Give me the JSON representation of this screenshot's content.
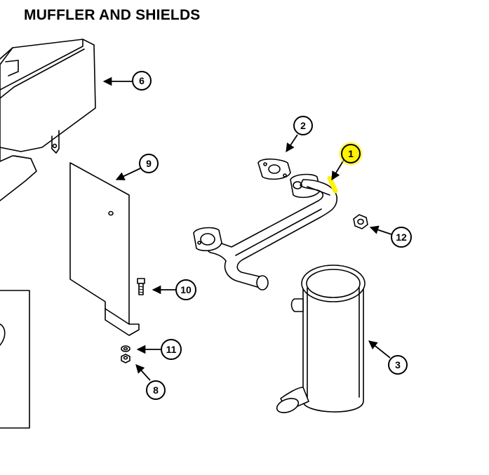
{
  "title": "MUFFLER AND SHIELDS",
  "highlight_color": "#fff200",
  "callouts": [
    {
      "id": "1",
      "label": "1"
    },
    {
      "id": "2",
      "label": "2"
    },
    {
      "id": "3",
      "label": "3"
    },
    {
      "id": "6",
      "label": "6"
    },
    {
      "id": "8",
      "label": "8"
    },
    {
      "id": "9",
      "label": "9"
    },
    {
      "id": "10",
      "label": "10"
    },
    {
      "id": "11",
      "label": "11"
    },
    {
      "id": "12",
      "label": "12"
    }
  ]
}
